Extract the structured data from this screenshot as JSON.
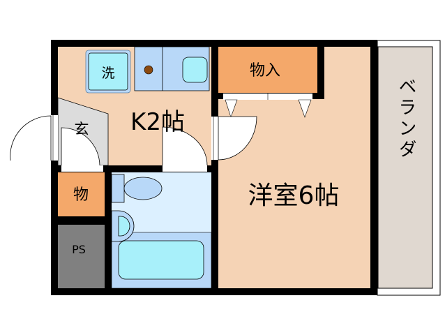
{
  "labels": {
    "washer": "洗",
    "entrance": "玄",
    "kitchen": "K2帖",
    "storage_small": "物",
    "pipe_space": "PS",
    "closet": "物入",
    "western_room": "洋室6帖",
    "balcony": "ベランダ"
  },
  "colors": {
    "wall": "#000000",
    "room_floor": "#f5d3b5",
    "storage": "#f4a86a",
    "entrance": "#dcdcdc",
    "pipe_space": "#808080",
    "bath_upper": "#dcf0ff",
    "bath_lower": "#b8d8f8",
    "fixture_cyan": "#a8f0fa",
    "balcony": "#e0d8d0"
  }
}
